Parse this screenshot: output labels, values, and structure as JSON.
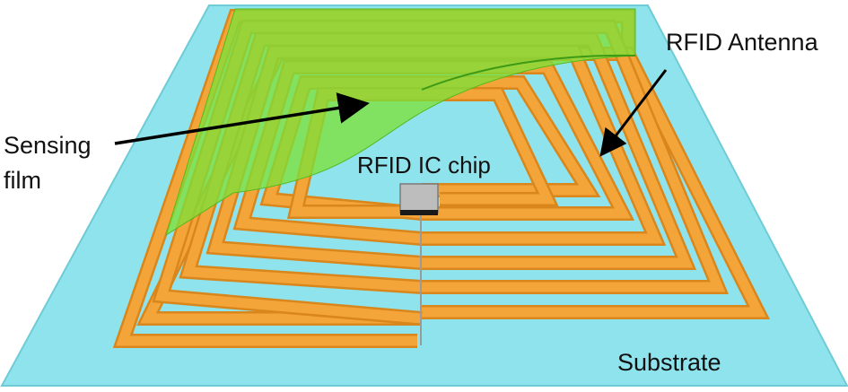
{
  "labels": {
    "antenna": "RFID Antenna",
    "sensing_line1": "Sensing",
    "sensing_line2": "film",
    "chip": "RFID IC chip",
    "substrate": "Substrate"
  },
  "colors": {
    "substrate": "#8fe3ec",
    "substrate_edge": "#6fcbd6",
    "antenna": "#f4a53a",
    "antenna_edge": "#d9861c",
    "film": "#7ee03a",
    "chip": "#b8b8b8",
    "arrow": "#000000"
  },
  "antenna_turns": 6
}
